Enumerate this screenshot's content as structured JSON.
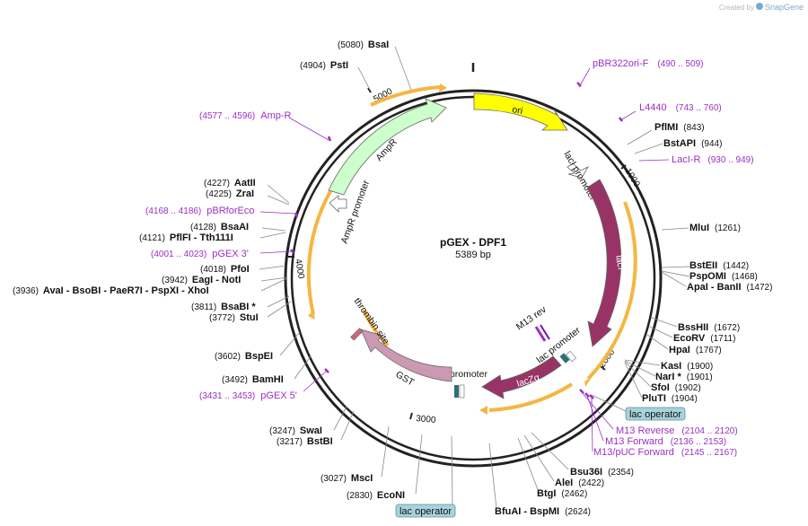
{
  "credit": {
    "prefix": "Created by",
    "brand": "SnapGene"
  },
  "plasmid": {
    "name": "pGEX - DPF1",
    "length_label": "5389 bp"
  },
  "ticks": {
    "t1000": "1000",
    "t2000": "2000",
    "t3000": "3000",
    "t4000": "4000",
    "t5000": "5000"
  },
  "features": {
    "ori": "ori",
    "laci_promoter": "lacI promoter",
    "laci": "lacI",
    "lac_promoter": "lac promoter",
    "lacza": "lacZα",
    "tac_promoter": "tac promoter",
    "gst": "GST",
    "thrombin": "thrombin site",
    "ampr_promoter": "AmpR promoter",
    "ampr": "AmpR",
    "m13rev": "M13 rev"
  },
  "sites": {
    "bsai": {
      "name": "BsaI",
      "pos": "(5080)"
    },
    "psti": {
      "name": "PstI",
      "pos": "(4904)"
    },
    "aatii": {
      "name": "AatII",
      "pos": "(4227)"
    },
    "zrai": {
      "name": "ZraI",
      "pos": "(4225)"
    },
    "bsaai": {
      "name": "BsaAI",
      "pos": "(4128)"
    },
    "pflfi": {
      "name": "PflFI  - Tth111I",
      "pos": "(4121)"
    },
    "pfoi": {
      "name": "PfoI",
      "pos": "(4018)"
    },
    "eagi": {
      "name": "EagI  - NotI",
      "pos": "(3942)"
    },
    "avai": {
      "name": "AvaI  - BsoBI  - PaeR7I  - PspXI  - XhoI",
      "pos": "(3936)"
    },
    "bsabi": {
      "name": "BsaBI *",
      "pos": "(3811)"
    },
    "stui": {
      "name": "StuI",
      "pos": "(3772)"
    },
    "bspei": {
      "name": "BspEI",
      "pos": "(3602)"
    },
    "bamhi": {
      "name": "BamHI",
      "pos": "(3492)"
    },
    "swai": {
      "name": "SwaI",
      "pos": "(3247)"
    },
    "bstbi": {
      "name": "BstBI",
      "pos": "(3217)"
    },
    "msci": {
      "name": "MscI",
      "pos": "(3027)"
    },
    "econi": {
      "name": "EcoNI",
      "pos": "(2830)"
    },
    "pflmi": {
      "name": "PflMI",
      "pos": "(843)"
    },
    "bstapi": {
      "name": "BstAPI",
      "pos": "(944)"
    },
    "mlui": {
      "name": "MluI",
      "pos": "(1261)"
    },
    "bsteii": {
      "name": "BstEII",
      "pos": "(1442)"
    },
    "pspomi": {
      "name": "PspOMI",
      "pos": "(1468)"
    },
    "apai": {
      "name": "ApaI  - BanII",
      "pos": "(1472)"
    },
    "bsshii": {
      "name": "BssHII",
      "pos": "(1672)"
    },
    "ecorv": {
      "name": "EcoRV",
      "pos": "(1711)"
    },
    "hpai": {
      "name": "HpaI",
      "pos": "(1767)"
    },
    "kasi": {
      "name": "KasI",
      "pos": "(1900)"
    },
    "nari": {
      "name": "NarI *",
      "pos": "(1901)"
    },
    "sfoi": {
      "name": "SfoI",
      "pos": "(1902)"
    },
    "pluti": {
      "name": "PluTI",
      "pos": "(1904)"
    },
    "bsu36i": {
      "name": "Bsu36I",
      "pos": "(2354)"
    },
    "alei": {
      "name": "AleI",
      "pos": "(2422)"
    },
    "btgi": {
      "name": "BtgI",
      "pos": "(2462)"
    },
    "bfuai": {
      "name": "BfuAI  - BspMI",
      "pos": "(2624)"
    }
  },
  "primers": {
    "pbr322": {
      "name": "pBR322ori-F",
      "pos": "(490 .. 509)"
    },
    "l4440": {
      "name": "L4440",
      "pos": "(743 .. 760)"
    },
    "laci_r": {
      "name": "LacI-R",
      "pos": "(930 .. 949)"
    },
    "ampr": {
      "name": "Amp-R",
      "pos": "(4577 .. 4596)"
    },
    "pbrforeco": {
      "name": "pBRforEco",
      "pos": "(4168 .. 4186)"
    },
    "pgex3": {
      "name": "pGEX 3'",
      "pos": "(4001 .. 4023)"
    },
    "pgex5": {
      "name": "pGEX 5'",
      "pos": "(3431 .. 3453)"
    },
    "m13reverse": {
      "name": "M13 Reverse",
      "pos": "(2104 .. 2120)"
    },
    "m13forward": {
      "name": "M13 Forward",
      "pos": "(2136 .. 2153)"
    },
    "m13puc": {
      "name": "M13/pUC Forward",
      "pos": "(2145 .. 2167)"
    }
  },
  "badges": {
    "lac_operator_right": "lac operator",
    "lac_operator_bottom": "lac operator"
  },
  "colors": {
    "ori": "#ffff00",
    "laci": "#993366",
    "lacza": "#993366",
    "gst": "#cc99b2",
    "ampr": "#ccffcc",
    "orf_band": "#f5b642",
    "primer": "#9b2fc4",
    "badge": "#a7d3dc"
  }
}
